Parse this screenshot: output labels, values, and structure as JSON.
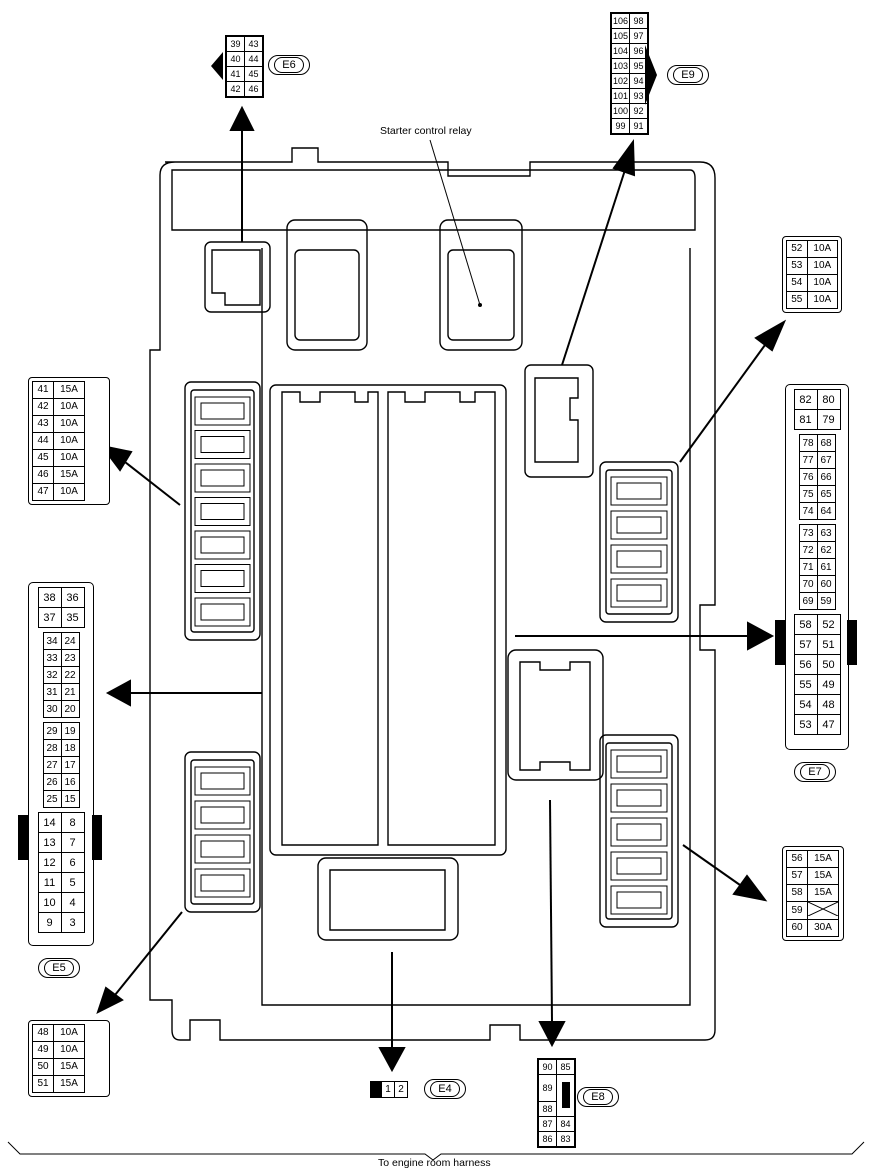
{
  "labels": {
    "starter_relay": "Starter control relay",
    "harness": "To engine room harness"
  },
  "connectors": {
    "E4": {
      "tag": "E4",
      "pins": [
        "1",
        "2"
      ]
    },
    "E5": {
      "tag": "E5",
      "top": [
        [
          "38",
          "36"
        ],
        [
          "37",
          "35"
        ]
      ],
      "mid1": [
        [
          "34",
          "24"
        ],
        [
          "33",
          "23"
        ],
        [
          "32",
          "22"
        ],
        [
          "31",
          "21"
        ],
        [
          "30",
          "20"
        ]
      ],
      "mid2": [
        [
          "29",
          "19"
        ],
        [
          "28",
          "18"
        ],
        [
          "27",
          "17"
        ],
        [
          "26",
          "16"
        ],
        [
          "25",
          "15"
        ]
      ],
      "bottom": [
        [
          "14",
          "8"
        ],
        [
          "13",
          "7"
        ],
        [
          "12",
          "6"
        ],
        [
          "11",
          "5"
        ],
        [
          "10",
          "4"
        ],
        [
          "9",
          "3"
        ]
      ]
    },
    "E6": {
      "tag": "E6",
      "pins": [
        [
          "39",
          "43"
        ],
        [
          "40",
          "44"
        ],
        [
          "41",
          "45"
        ],
        [
          "42",
          "46"
        ]
      ]
    },
    "E7": {
      "tag": "E7",
      "top": [
        [
          "82",
          "80"
        ],
        [
          "81",
          "79"
        ]
      ],
      "mid1": [
        [
          "78",
          "68"
        ],
        [
          "77",
          "67"
        ],
        [
          "76",
          "66"
        ],
        [
          "75",
          "65"
        ],
        [
          "74",
          "64"
        ]
      ],
      "mid2": [
        [
          "73",
          "63"
        ],
        [
          "72",
          "62"
        ],
        [
          "71",
          "61"
        ],
        [
          "70",
          "60"
        ],
        [
          "69",
          "59"
        ]
      ],
      "bottom": [
        [
          "58",
          "52"
        ],
        [
          "57",
          "51"
        ],
        [
          "56",
          "50"
        ],
        [
          "55",
          "49"
        ],
        [
          "54",
          "48"
        ],
        [
          "53",
          "47"
        ]
      ]
    },
    "E8": {
      "tag": "E8",
      "pins": [
        [
          "90",
          "85"
        ],
        [
          "89",
          ""
        ],
        [
          "88",
          ""
        ],
        [
          "87",
          "84"
        ],
        [
          "86",
          "83"
        ]
      ]
    },
    "E9": {
      "tag": "E9",
      "pins": [
        [
          "106",
          "98"
        ],
        [
          "105",
          "97"
        ],
        [
          "104",
          "96"
        ],
        [
          "103",
          "95"
        ],
        [
          "102",
          "94"
        ],
        [
          "101",
          "93"
        ],
        [
          "100",
          "92"
        ],
        [
          "99",
          "91"
        ]
      ]
    }
  },
  "fuse_tables": {
    "left_upper": [
      [
        "41",
        "15A"
      ],
      [
        "42",
        "10A"
      ],
      [
        "43",
        "10A"
      ],
      [
        "44",
        "10A"
      ],
      [
        "45",
        "10A"
      ],
      [
        "46",
        "15A"
      ],
      [
        "47",
        "10A"
      ]
    ],
    "left_lower": [
      [
        "48",
        "10A"
      ],
      [
        "49",
        "10A"
      ],
      [
        "50",
        "15A"
      ],
      [
        "51",
        "15A"
      ]
    ],
    "right_upper": [
      [
        "52",
        "10A"
      ],
      [
        "53",
        "10A"
      ],
      [
        "54",
        "10A"
      ],
      [
        "55",
        "10A"
      ]
    ],
    "right_lower": [
      [
        "56",
        "15A"
      ],
      [
        "57",
        "15A"
      ],
      [
        "58",
        "15A"
      ],
      [
        "59",
        ""
      ],
      [
        "60",
        "30A"
      ]
    ]
  }
}
